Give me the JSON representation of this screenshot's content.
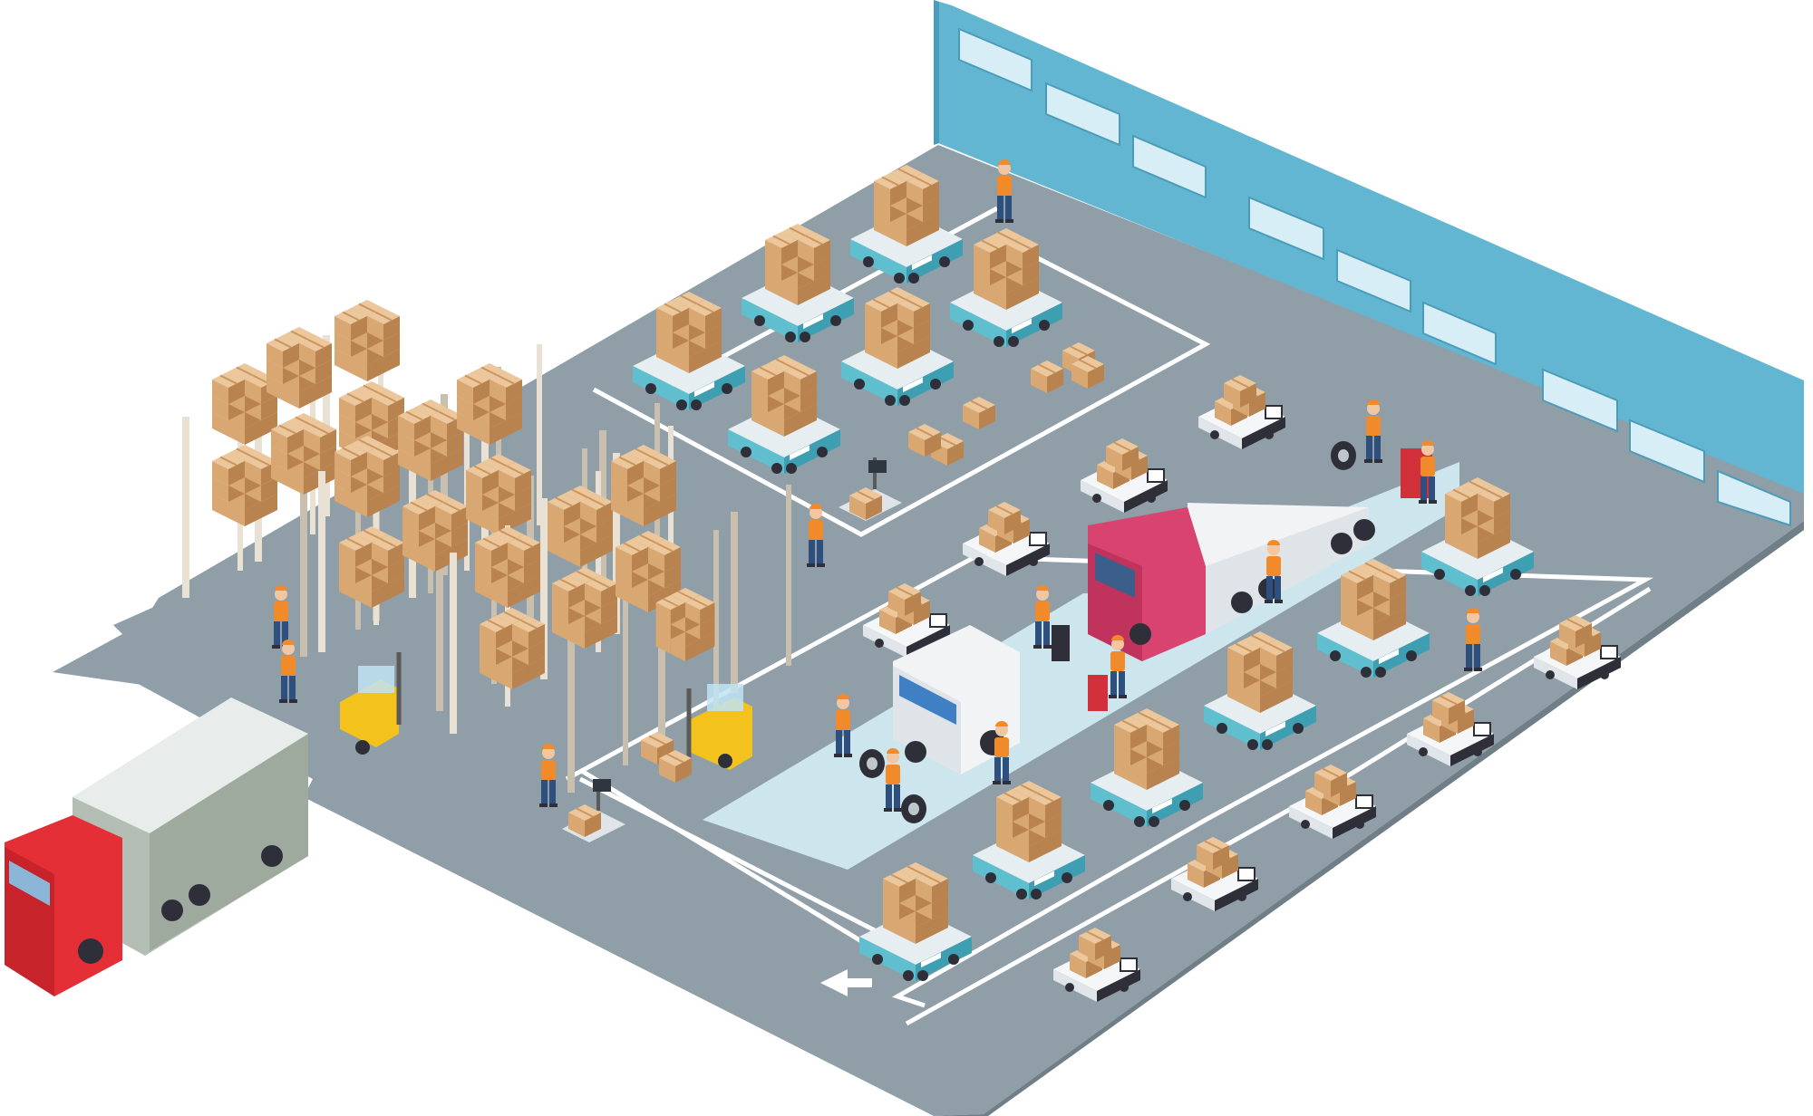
{
  "scene": {
    "colors": {
      "background": "#ffffff",
      "floor": "#8f9ea7",
      "floor_top": "#99a8b0",
      "floor_edge": "#6f7e87",
      "wall": "#63b6d2",
      "wall_dark": "#4a9cb9",
      "window": "#d8eef6",
      "lane_line": "#ffffff",
      "work_zone": "#cde6ee",
      "cardboard": "#d9a772",
      "cardboard_light": "#ecc79c",
      "cardboard_dark": "#b9834f",
      "cart_body": "#5fbfcf",
      "cart_dark": "#2f2f3a",
      "rack": "#e9e1d3",
      "rack_dark": "#c9bfae",
      "truck_red": "#e42f37",
      "truck_pink": "#d9436f",
      "truck_white": "#f1f3f5",
      "trailer_gray": "#b3bdb3",
      "forklift_yellow": "#f4c21c",
      "worker_vest": "#f08a2b",
      "worker_pants": "#2f4f7f"
    },
    "icons": [
      "warehouse-wall",
      "window",
      "storage-rack",
      "cardboard-box",
      "agv-cart",
      "delivery-truck",
      "forklift",
      "worker",
      "parcel-scale",
      "tool-cabinet",
      "tire",
      "direction-arrow"
    ]
  }
}
